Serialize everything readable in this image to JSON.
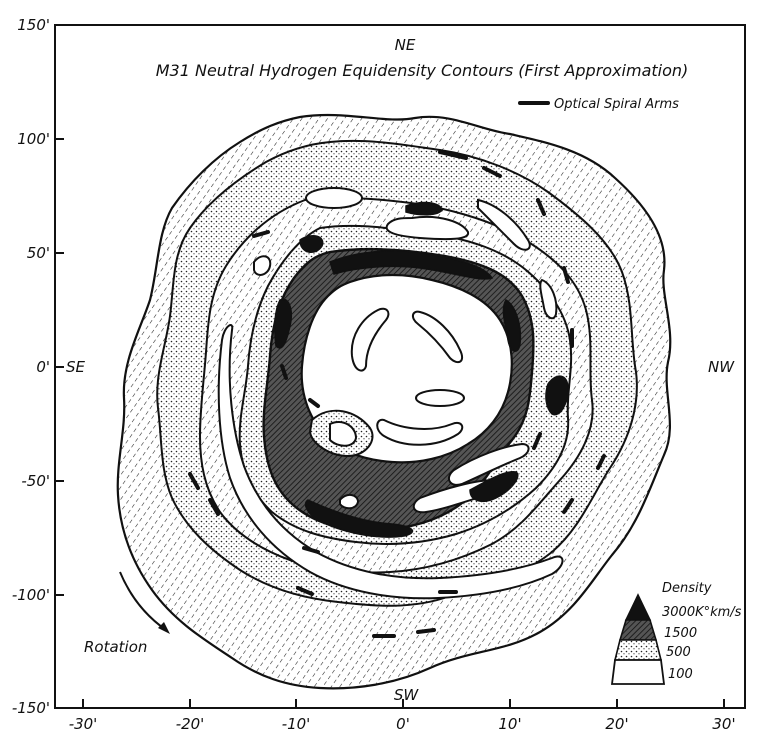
{
  "title": "M31 Neutral Hydrogen Equidensity Contours (First Approximation)",
  "legend_optical": "Optical Spiral Arms",
  "directions": {
    "ne": "NE",
    "sw": "SW",
    "se": "SE",
    "nw": "NW"
  },
  "rotation_label": "Rotation",
  "density_key": {
    "title": "Density",
    "levels": [
      "3000K°km/s",
      "1500",
      "500",
      "100"
    ]
  },
  "axes": {
    "x_ticks": [
      "-30'",
      "-20'",
      "-10'",
      "0'",
      "10'",
      "20'",
      "30'"
    ],
    "y_ticks": [
      "150'",
      "100'",
      "50'",
      "0'",
      "-50'",
      "-100'",
      "-150'"
    ]
  },
  "colors": {
    "ink": "#111111",
    "paper": "#ffffff"
  }
}
